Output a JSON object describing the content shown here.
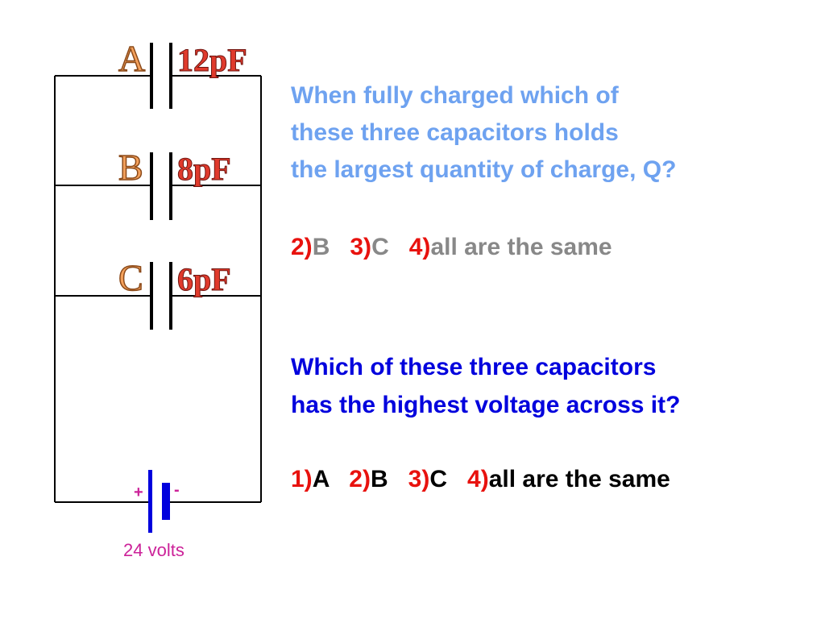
{
  "circuit": {
    "capacitors": [
      {
        "letter": "A",
        "value": "12pF"
      },
      {
        "letter": "B",
        "value": "8pF"
      },
      {
        "letter": "C",
        "value": "6pF"
      }
    ],
    "battery": {
      "plus": "+",
      "minus": "-",
      "label": "24 volts"
    }
  },
  "question1": {
    "lines": [
      "When fully charged which of",
      "these three capacitors holds",
      "the largest quantity of charge, Q?"
    ],
    "answers": [
      {
        "num": "2)",
        "text": "B"
      },
      {
        "num": "3)",
        "text": "C"
      },
      {
        "num": "4)",
        "text": "all are the same"
      }
    ]
  },
  "question2": {
    "lines": [
      "Which of these three capacitors",
      "has the highest voltage across it?"
    ],
    "answers": [
      {
        "num": "1)",
        "text": "A"
      },
      {
        "num": "2)",
        "text": "B"
      },
      {
        "num": "3)",
        "text": "C"
      },
      {
        "num": "4)",
        "text": "all are the same"
      }
    ]
  },
  "colors": {
    "wire": "#000000",
    "battery": "#0000dd",
    "question1": "#6ea2f0",
    "question2": "#0000dd",
    "answer_number": "#e8120e",
    "answer_text_1": "#888888",
    "answer_text_2": "#000000"
  }
}
